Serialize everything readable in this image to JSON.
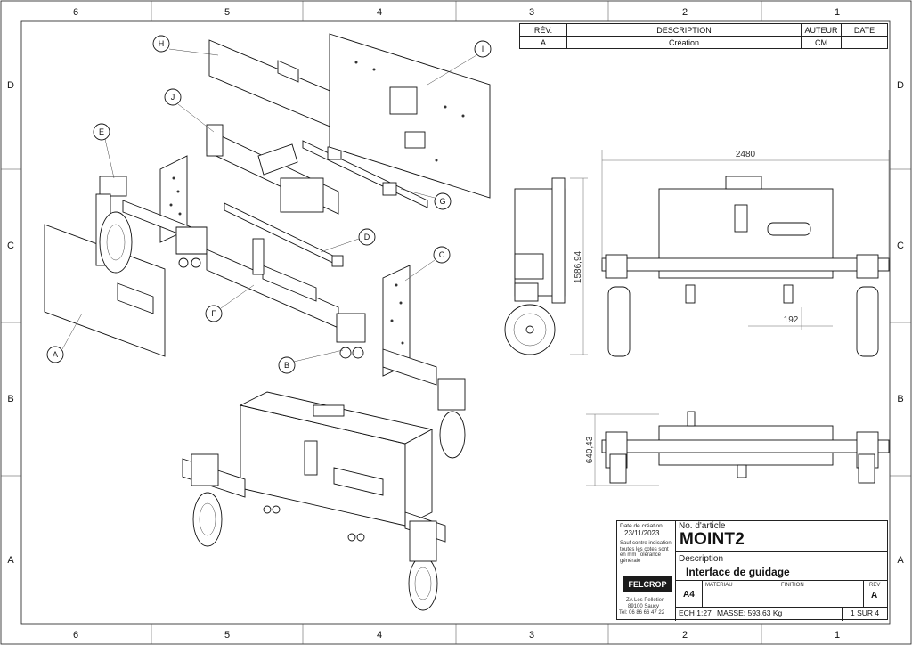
{
  "border": {
    "columns": [
      "6",
      "5",
      "4",
      "3",
      "2",
      "1"
    ],
    "rows": [
      "D",
      "C",
      "B",
      "A"
    ]
  },
  "revision_table": {
    "headers": {
      "rev": "RÉV.",
      "description": "DESCRIPTION",
      "author": "AUTEUR",
      "date": "DATE"
    },
    "rows": [
      {
        "rev": "A",
        "description": "Création",
        "author": "CM",
        "date": ""
      }
    ]
  },
  "callouts": [
    "A",
    "B",
    "C",
    "D",
    "E",
    "F",
    "G",
    "H",
    "I",
    "J"
  ],
  "dimensions": {
    "width_top": "2480",
    "height_side": "1586,94",
    "offset_front": "192",
    "height_bottom": "640,43"
  },
  "title_block": {
    "date_label": "Date de création",
    "date_value": "23/11/2023",
    "tolerance_note": "Sauf contre indication toutes les cotes sont en mm Tolérance générale",
    "article_label": "No. d'article",
    "article_value": "MOINT2",
    "description_label": "Description",
    "description_value": "Interface de guidage",
    "logo_text": "FELCROP",
    "address_line1": "ZA Les Pelletier",
    "address_line2": "89100 Saucy",
    "phone": "Tel: 06 86 66 47 22",
    "format": "A4",
    "materiau_label": "MATERIAU",
    "finition_label": "FINITION",
    "rev_label": "REV",
    "rev_value": "A",
    "scale": "ECH 1:27",
    "masse": "MASSE: 593.63 Kg",
    "sheet": "1 SUR 4"
  }
}
